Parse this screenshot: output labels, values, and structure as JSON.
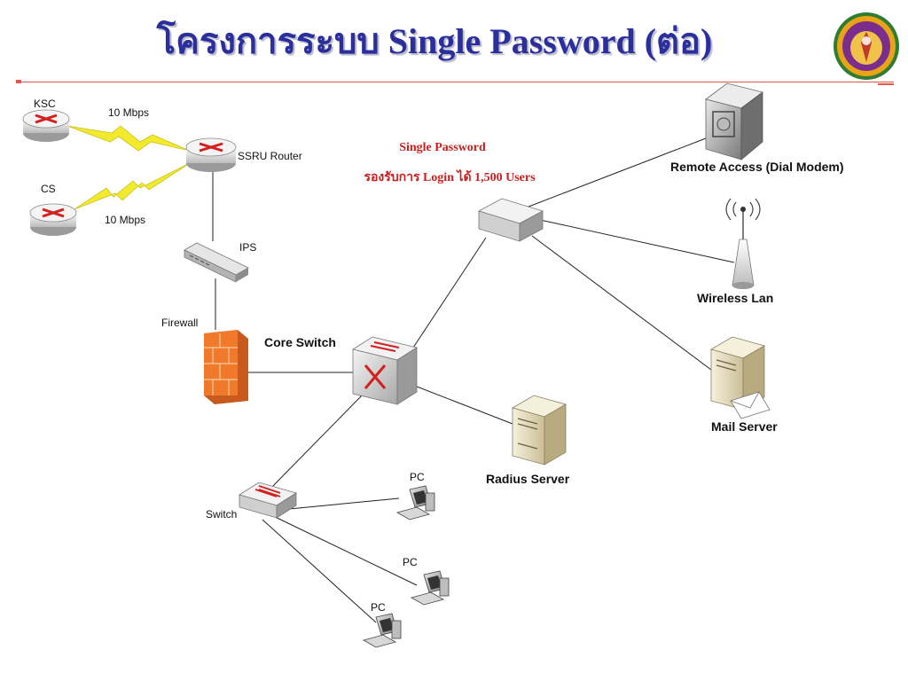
{
  "title": "โครงการระบบ Single Password (ต่อ)",
  "logo": {
    "name": "university-seal",
    "colors": [
      "#e8a317",
      "#7b2d8e",
      "#2e7d32"
    ]
  },
  "note": {
    "line1": "Single Password",
    "line2": "รองรับการ Login ได้ 1,500 Users",
    "color": "#cc1f1f"
  },
  "labels": {
    "ksc": "KSC",
    "cs": "CS",
    "link_ksc": "10 Mbps",
    "link_cs": "10 Mbps",
    "ssru_router": "SSRU Router",
    "ips": "IPS",
    "firewall": "Firewall",
    "core_switch": "Core Switch",
    "remote_access": "Remote Access (Dial Modem)",
    "wireless_lan": "Wireless Lan",
    "mail_server": "Mail Server",
    "radius_server": "Radius Server",
    "switch": "Switch",
    "pc1": "PC",
    "pc2": "PC",
    "pc3": "PC"
  },
  "colors": {
    "title": "#2b2f9c",
    "rule": "#e0584a",
    "lightning": "#f2ea2c",
    "firewall": "#f07a2a"
  }
}
